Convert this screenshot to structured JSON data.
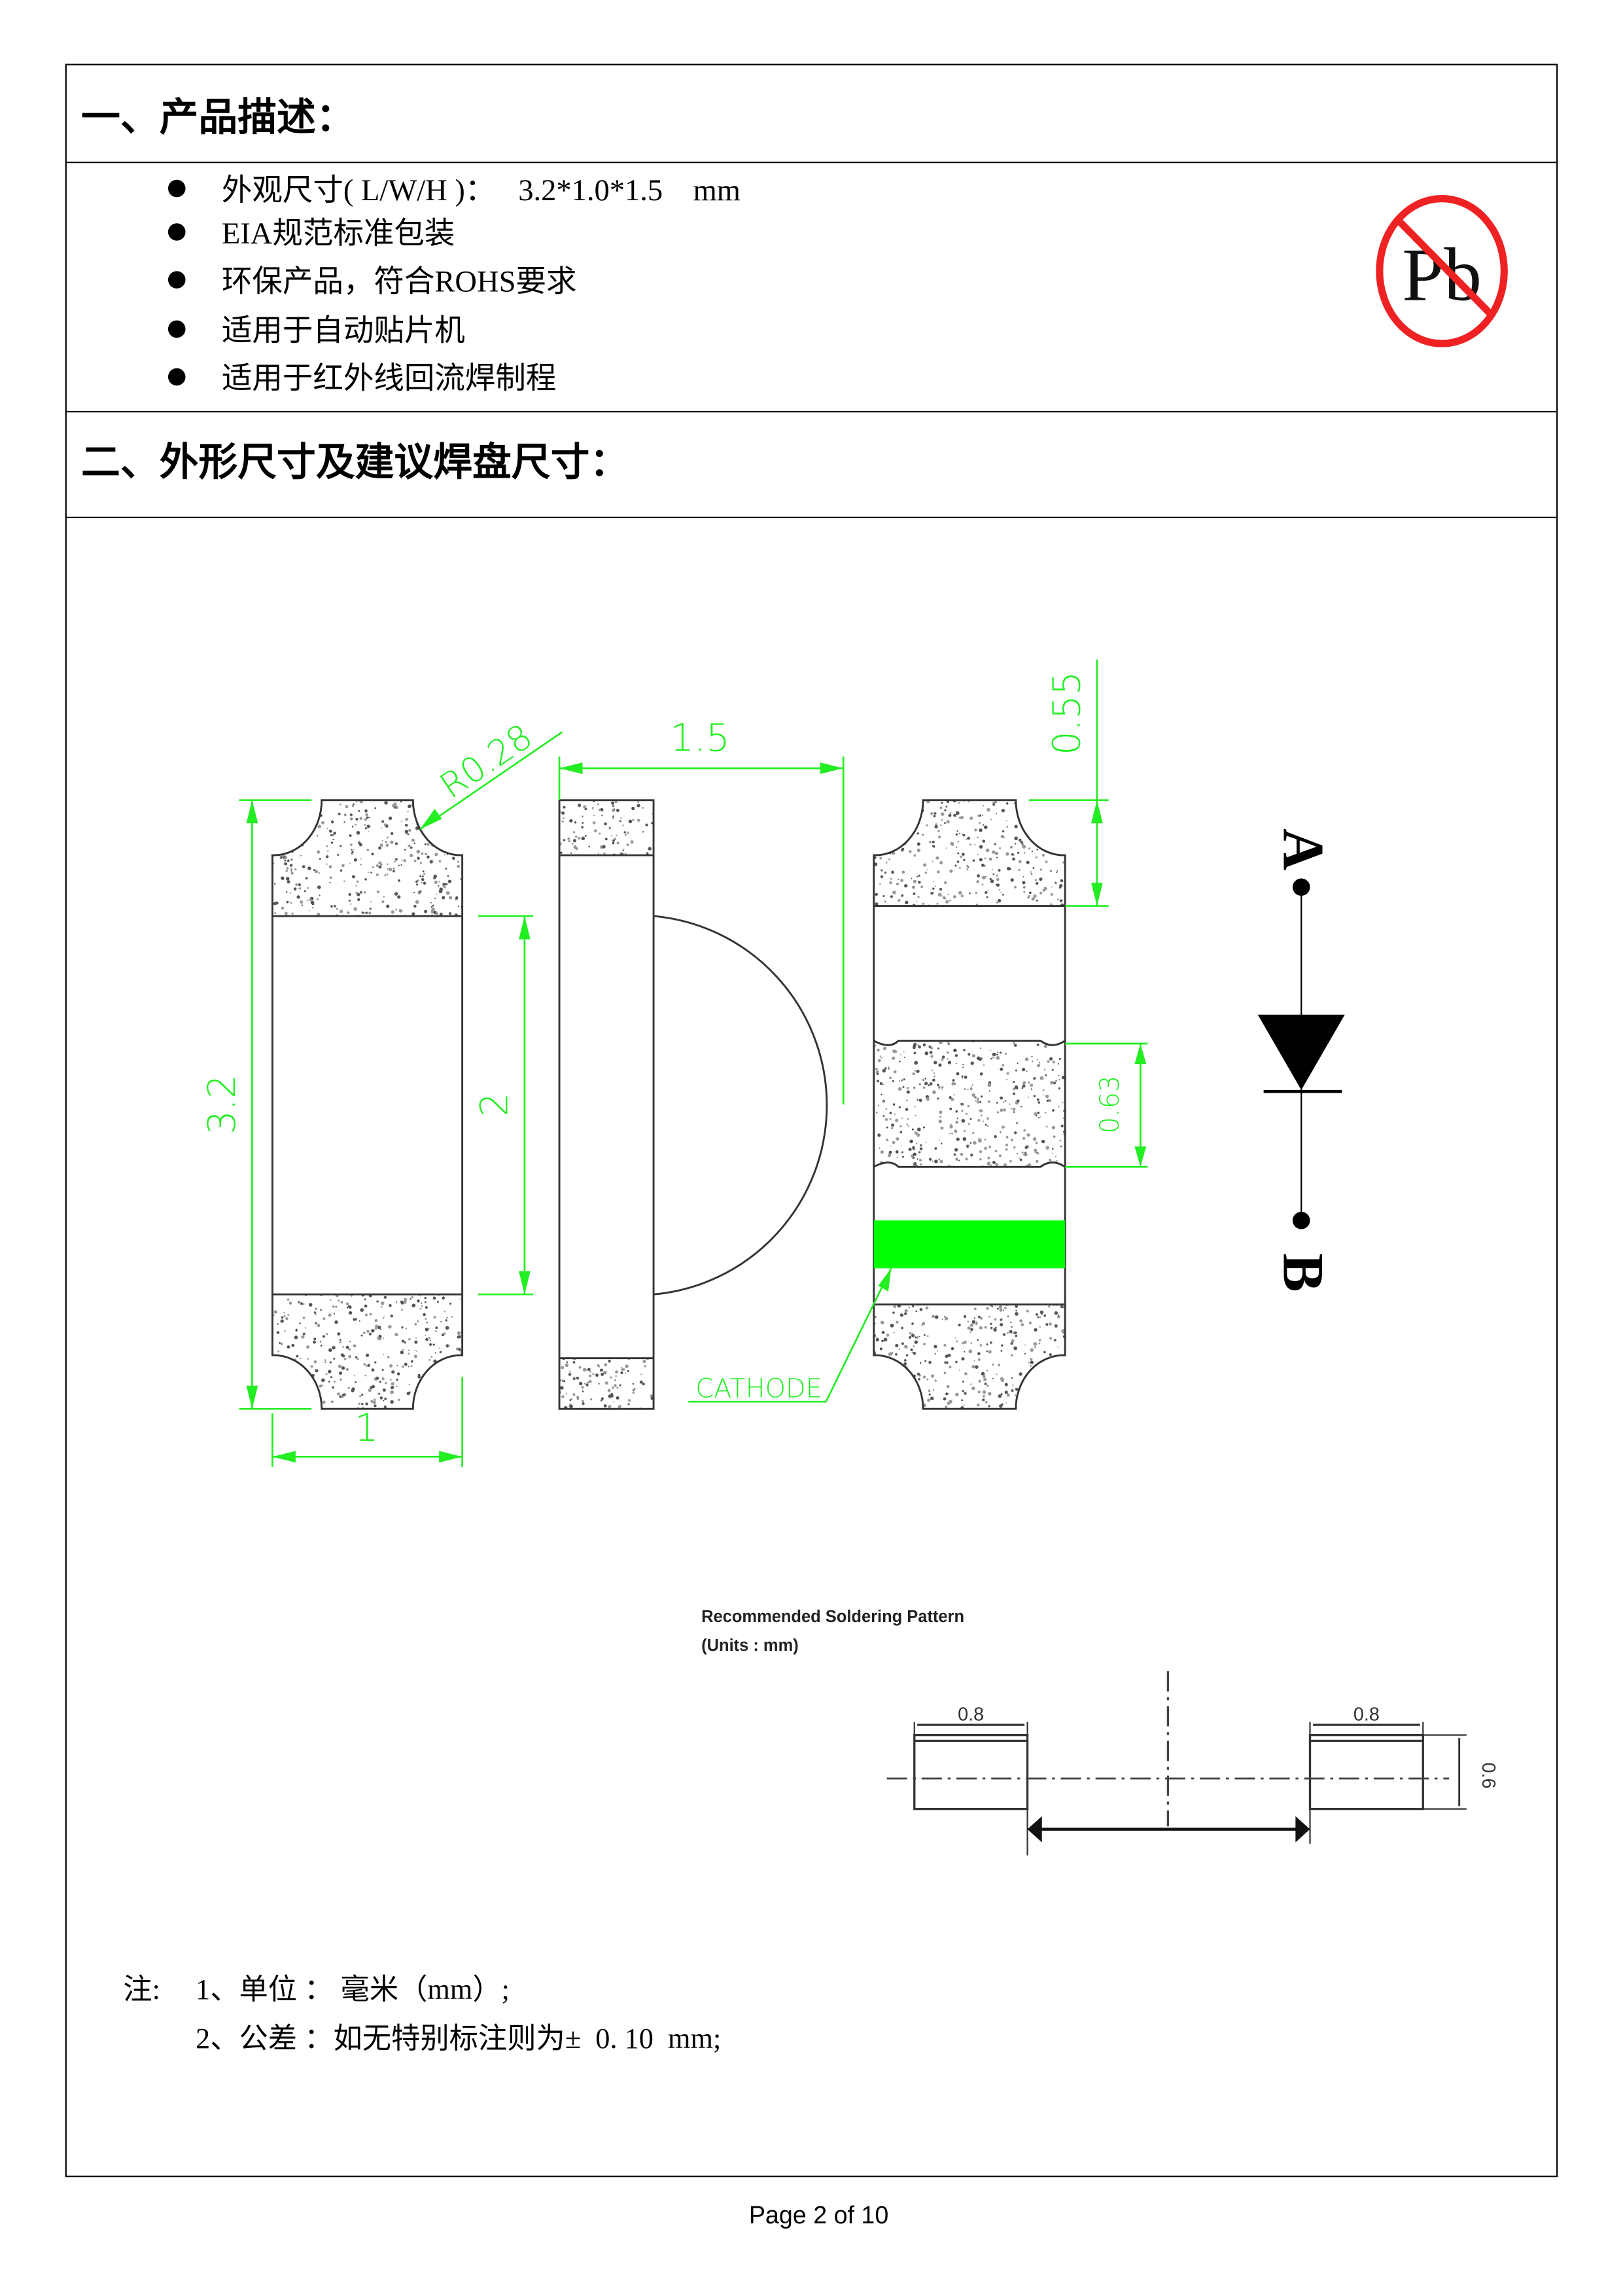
{
  "section1": {
    "heading": "一、产品描述：",
    "bullets": [
      "外观尺寸( L/W/H )：   3.2*1.0*1.5    mm",
      "EIA规范标准包装",
      "环保产品，符合ROHS要求",
      "适用于自动贴片机",
      "适用于红外线回流焊制程"
    ],
    "pb_logo_text": "Pb"
  },
  "section2": {
    "heading": "二、外形尺寸及建议焊盘尺寸：",
    "dims": {
      "length": "3.2",
      "pad_gap": "2",
      "width": "1",
      "radius": "R0.28",
      "height": "1.5",
      "pad_top": "0.55",
      "pad_mid": "0.63",
      "cathode": "CATHODE"
    },
    "diode": {
      "anode": "A",
      "cathode": "B"
    },
    "soldering": {
      "title": "Recommended Soldering Pattern",
      "units": "(Units : mm)",
      "pad_width_left": "0.8",
      "pad_width_right": "0.8",
      "pad_height": "0.6"
    },
    "notes": {
      "label": "注:",
      "line1": "1、单位 ： 毫米（mm）;",
      "line2": "2、公差 ：如无特别标注则为±  0. 10  mm;"
    }
  },
  "footer": {
    "page": "Page 2 of 10"
  },
  "colors": {
    "dimension": "#22ee22",
    "cathode_band": "#00ff00",
    "pb_red": "#ee2222"
  }
}
